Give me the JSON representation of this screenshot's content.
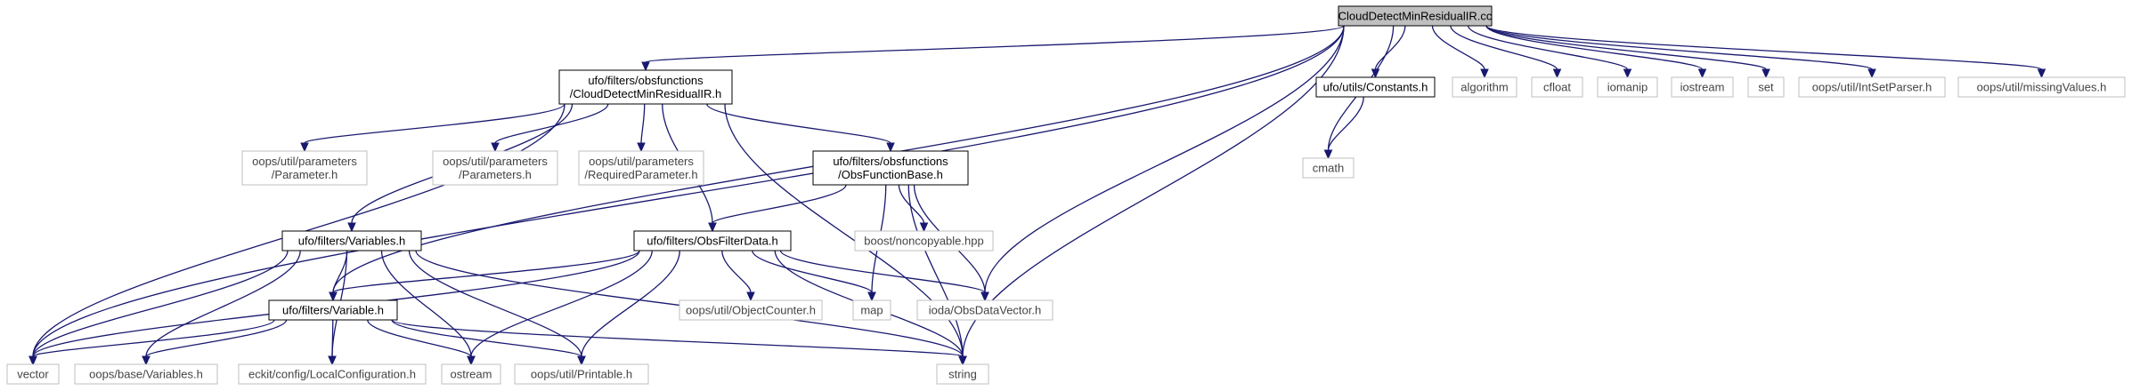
{
  "nodes": {
    "root": {
      "lines": [
        "CloudDetectMinResidualIR.cc"
      ],
      "kind": "root"
    },
    "h_cdmr": {
      "lines": [
        "ufo/filters/obsfunctions",
        "/CloudDetectMinResidualIR.h"
      ],
      "kind": "black"
    },
    "constants": {
      "lines": [
        "ufo/utils/Constants.h"
      ],
      "kind": "black"
    },
    "algorithm": {
      "lines": [
        "algorithm"
      ],
      "kind": "gray"
    },
    "cfloat": {
      "lines": [
        "cfloat"
      ],
      "kind": "gray"
    },
    "iomanip": {
      "lines": [
        "iomanip"
      ],
      "kind": "gray"
    },
    "iostream": {
      "lines": [
        "iostream"
      ],
      "kind": "gray"
    },
    "set": {
      "lines": [
        "set"
      ],
      "kind": "gray"
    },
    "intset": {
      "lines": [
        "oops/util/IntSetParser.h"
      ],
      "kind": "gray"
    },
    "missing": {
      "lines": [
        "oops/util/missingValues.h"
      ],
      "kind": "gray"
    },
    "cmath": {
      "lines": [
        "cmath"
      ],
      "kind": "gray"
    },
    "param": {
      "lines": [
        "oops/util/parameters",
        "/Parameter.h"
      ],
      "kind": "gray"
    },
    "params": {
      "lines": [
        "oops/util/parameters",
        "/Parameters.h"
      ],
      "kind": "gray"
    },
    "reqparam": {
      "lines": [
        "oops/util/parameters",
        "/RequiredParameter.h"
      ],
      "kind": "gray"
    },
    "obsfuncbase": {
      "lines": [
        "ufo/filters/obsfunctions",
        "/ObsFunctionBase.h"
      ],
      "kind": "black"
    },
    "variables": {
      "lines": [
        "ufo/filters/Variables.h"
      ],
      "kind": "black"
    },
    "obsfilterdata": {
      "lines": [
        "ufo/filters/ObsFilterData.h"
      ],
      "kind": "black"
    },
    "noncopyable": {
      "lines": [
        "boost/noncopyable.hpp"
      ],
      "kind": "gray"
    },
    "variable": {
      "lines": [
        "ufo/filters/Variable.h"
      ],
      "kind": "black"
    },
    "objcounter": {
      "lines": [
        "oops/util/ObjectCounter.h"
      ],
      "kind": "gray"
    },
    "map": {
      "lines": [
        "map"
      ],
      "kind": "gray"
    },
    "obsdatavector": {
      "lines": [
        "ioda/ObsDataVector.h"
      ],
      "kind": "gray"
    },
    "vector": {
      "lines": [
        "vector"
      ],
      "kind": "gray"
    },
    "oopsvariables": {
      "lines": [
        "oops/base/Variables.h"
      ],
      "kind": "gray"
    },
    "localconfig": {
      "lines": [
        "eckit/config/LocalConfiguration.h"
      ],
      "kind": "gray"
    },
    "ostream": {
      "lines": [
        "ostream"
      ],
      "kind": "gray"
    },
    "printable": {
      "lines": [
        "oops/util/Printable.h"
      ],
      "kind": "gray"
    },
    "string": {
      "lines": [
        "string"
      ],
      "kind": "gray"
    }
  },
  "edges": [
    [
      "root",
      "h_cdmr"
    ],
    [
      "root",
      "constants"
    ],
    [
      "root",
      "algorithm"
    ],
    [
      "root",
      "cfloat"
    ],
    [
      "root",
      "iomanip"
    ],
    [
      "root",
      "iostream"
    ],
    [
      "root",
      "set"
    ],
    [
      "root",
      "intset"
    ],
    [
      "root",
      "missing"
    ],
    [
      "root",
      "cmath"
    ],
    [
      "root",
      "vector"
    ],
    [
      "root",
      "variable"
    ],
    [
      "root",
      "obsdatavector"
    ],
    [
      "root",
      "string"
    ],
    [
      "constants",
      "cmath"
    ],
    [
      "h_cdmr",
      "param"
    ],
    [
      "h_cdmr",
      "params"
    ],
    [
      "h_cdmr",
      "reqparam"
    ],
    [
      "h_cdmr",
      "obsfuncbase"
    ],
    [
      "h_cdmr",
      "variables"
    ],
    [
      "h_cdmr",
      "obsfilterdata"
    ],
    [
      "h_cdmr",
      "vector"
    ],
    [
      "h_cdmr",
      "string"
    ],
    [
      "obsfuncbase",
      "obsfilterdata"
    ],
    [
      "obsfuncbase",
      "noncopyable"
    ],
    [
      "obsfuncbase",
      "map"
    ],
    [
      "obsfuncbase",
      "obsdatavector"
    ],
    [
      "obsfuncbase",
      "string"
    ],
    [
      "variables",
      "variable"
    ],
    [
      "variables",
      "vector"
    ],
    [
      "variables",
      "oopsvariables"
    ],
    [
      "variables",
      "localconfig"
    ],
    [
      "variables",
      "ostream"
    ],
    [
      "variables",
      "printable"
    ],
    [
      "variables",
      "string"
    ],
    [
      "obsfilterdata",
      "variable"
    ],
    [
      "obsfilterdata",
      "objcounter"
    ],
    [
      "obsfilterdata",
      "map"
    ],
    [
      "obsfilterdata",
      "obsdatavector"
    ],
    [
      "obsfilterdata",
      "vector"
    ],
    [
      "obsfilterdata",
      "ostream"
    ],
    [
      "obsfilterdata",
      "printable"
    ],
    [
      "obsfilterdata",
      "string"
    ],
    [
      "variable",
      "vector"
    ],
    [
      "variable",
      "oopsvariables"
    ],
    [
      "variable",
      "localconfig"
    ],
    [
      "variable",
      "ostream"
    ],
    [
      "variable",
      "printable"
    ],
    [
      "variable",
      "string"
    ]
  ]
}
